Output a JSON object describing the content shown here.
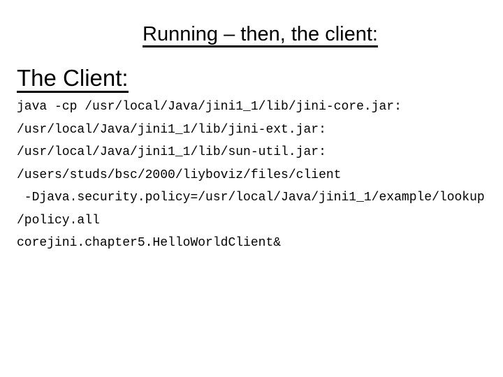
{
  "slide": {
    "title": "Running – then, the client:",
    "heading": "The Client:",
    "code_lines": [
      "java -cp /usr/local/Java/jini1_1/lib/jini-core.jar:",
      "/usr/local/Java/jini1_1/lib/jini-ext.jar:",
      "/usr/local/Java/jini1_1/lib/sun-util.jar:",
      "/users/studs/bsc/2000/liyboviz/files/client",
      " -Djava.security.policy=/usr/local/Java/jini1_1/example/lookup",
      "/policy.all",
      "corejini.chapter5.HelloWorldClient&"
    ],
    "colors": {
      "background": "#ffffff",
      "text": "#000000"
    }
  }
}
